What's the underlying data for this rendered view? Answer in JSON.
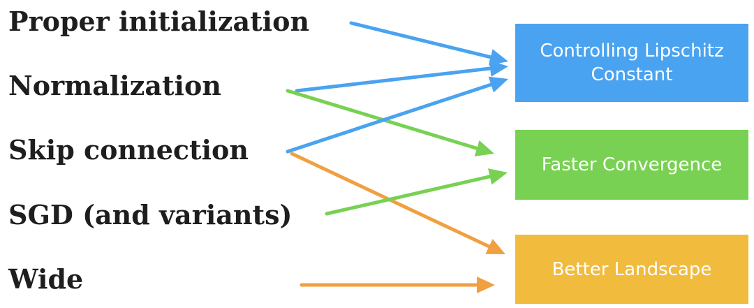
{
  "techniques": [
    {
      "label": "Proper initialization"
    },
    {
      "label": "Normalization"
    },
    {
      "label": "Skip connection"
    },
    {
      "label": "SGD (and variants)"
    },
    {
      "label": "Wide"
    }
  ],
  "outcomes": [
    {
      "label": "Controlling Lipschitz Constant",
      "color": "#4aa3f0"
    },
    {
      "label": "Faster Convergence",
      "color": "#78d153"
    },
    {
      "label": "Better Landscape",
      "color": "#f1bb3e"
    }
  ],
  "links": [
    {
      "from": "Proper initialization",
      "to": "Controlling Lipschitz Constant",
      "color": "#4aa3f0"
    },
    {
      "from": "Normalization",
      "to": "Controlling Lipschitz Constant",
      "color": "#4aa3f0"
    },
    {
      "from": "Normalization",
      "to": "Faster Convergence",
      "color": "#78d153"
    },
    {
      "from": "Skip connection",
      "to": "Controlling Lipschitz Constant",
      "color": "#4aa3f0"
    },
    {
      "from": "Skip connection",
      "to": "Better Landscape",
      "color": "#f0a040"
    },
    {
      "from": "SGD (and variants)",
      "to": "Faster Convergence",
      "color": "#78d153"
    },
    {
      "from": "Wide",
      "to": "Better Landscape",
      "color": "#f0a040"
    }
  ]
}
